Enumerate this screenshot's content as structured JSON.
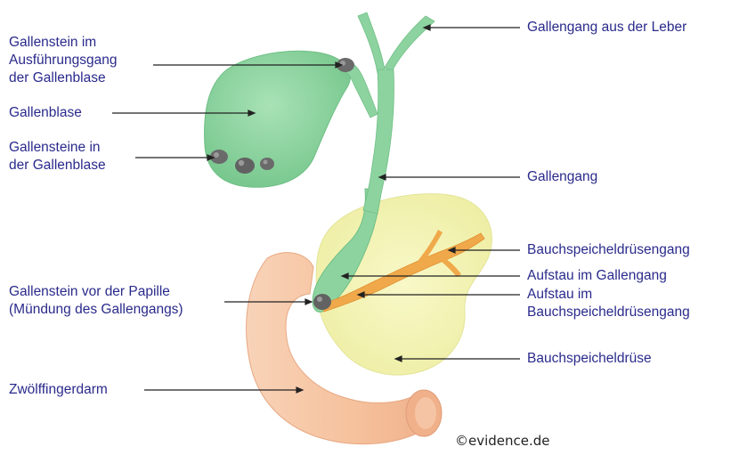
{
  "labels": {
    "stein_ausfuehrungsgang": [
      "Gallenstein im",
      "Ausführungsgang",
      "der Gallenblase"
    ],
    "gallenblase": [
      "Gallenblase"
    ],
    "steine_gallenblase": [
      "Gallensteine in",
      "der Gallenblase"
    ],
    "stein_papille": [
      "Gallenstein vor der Papille",
      "(Mündung des Gallengangs)"
    ],
    "zwoelffingerdarm": [
      "Zwölffingerdarm"
    ],
    "gallengang_leber": [
      "Gallengang aus der Leber"
    ],
    "gallengang": [
      "Gallengang"
    ],
    "pankreasgang": [
      "Bauchspeicheldrüsengang"
    ],
    "aufstau_gallengang": [
      "Aufstau im Gallengang"
    ],
    "aufstau_pankreasgang": [
      "Aufstau im",
      "Bauchspeicheldrüsengang"
    ],
    "bauchspeicheldruese": [
      "Bauchspeicheldrüse"
    ]
  },
  "credit": "evidence.de",
  "credit_symbol": "©",
  "colors": {
    "label_text": "#2a2a8c",
    "gallbladder": "#8dd3a0",
    "gallbladder_shade": "#6fbf85",
    "pancreas": "#f4f4b4",
    "duodenum": "#f6c7a6",
    "pancreatic_duct": "#f0a94a",
    "stone": "#5a5a5a",
    "leader_line": "#222222"
  }
}
